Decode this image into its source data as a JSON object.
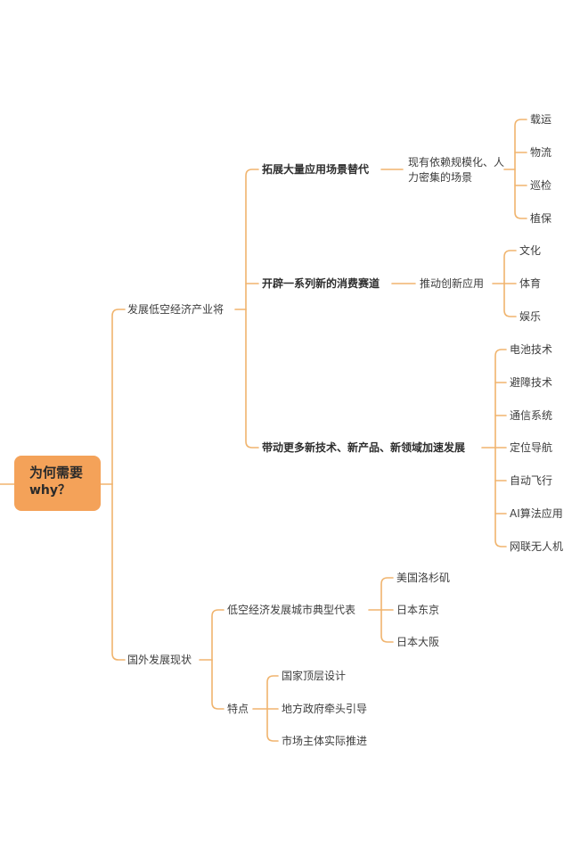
{
  "root": {
    "title": "为何需要",
    "subtitle": "why？"
  },
  "branch_a": {
    "label": "发展低空经济产业将",
    "items": [
      {
        "label": "拓展大量应用场景替代",
        "middle": "现有依赖规模化、人力密集的场景",
        "leaves": [
          "载运",
          "物流",
          "巡检",
          "植保"
        ]
      },
      {
        "label": "开辟一系列新的消费赛道",
        "middle": "推动创新应用",
        "leaves": [
          "文化",
          "体育",
          "娱乐"
        ]
      },
      {
        "label": "带动更多新技术、新产品、新领域加速发展",
        "leaves": [
          "电池技术",
          "避障技术",
          "通信系统",
          "定位导航",
          "自动飞行",
          "AI算法应用",
          "网联无人机"
        ]
      }
    ]
  },
  "branch_b": {
    "label": "国外发展现状",
    "items": [
      {
        "label": "低空经济发展城市典型代表",
        "leaves": [
          "美国洛杉矶",
          "日本东京",
          "日本大阪"
        ]
      },
      {
        "label": "特点",
        "leaves": [
          "国家顶层设计",
          "地方政府牵头引导",
          "市场主体实际推进"
        ]
      }
    ]
  }
}
